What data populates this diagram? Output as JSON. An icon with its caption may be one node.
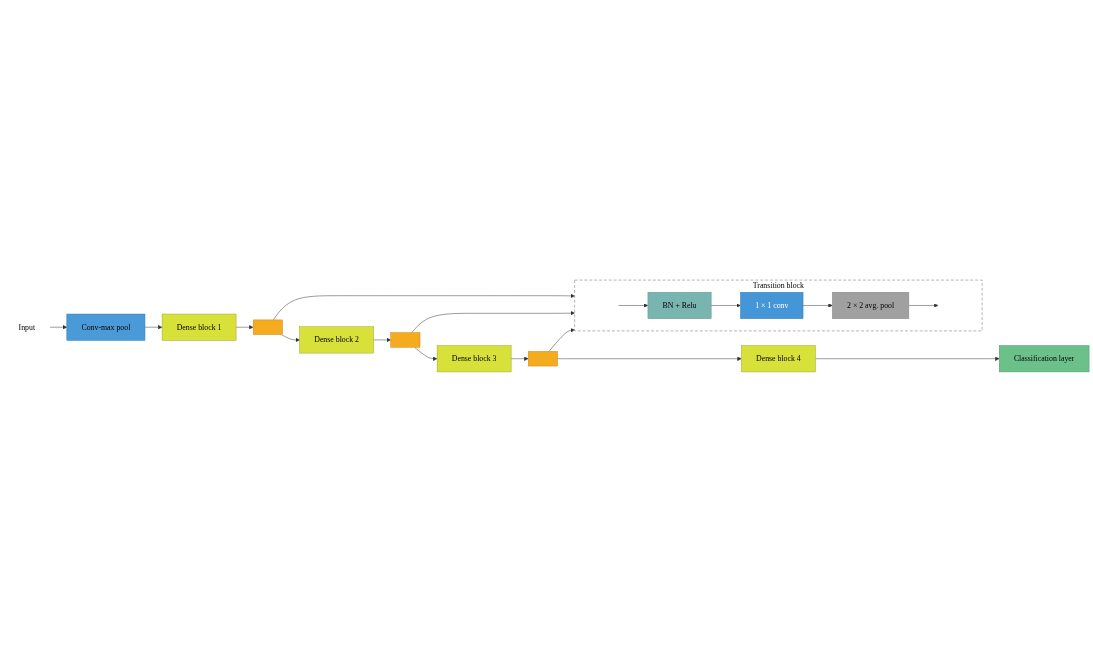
{
  "diagram": {
    "nodes": [
      {
        "text": [
          "Input"
        ]
      },
      {
        "text": [
          "Conv-max pool"
        ]
      },
      {
        "text": [
          "Dense block 1"
        ]
      },
      {
        "text": [],
        "shape": "box"
      },
      {
        "text": [
          "Dense block 2"
        ]
      },
      {
        "text": [],
        "shape": "box"
      },
      {
        "text": [
          "Dense block 3"
        ]
      },
      {
        "text": [],
        "shape": "box"
      },
      {
        "text": [
          "Dense block 4"
        ]
      },
      {
        "text": [
          "Classification layer"
        ]
      },
      {
        "text": [
          "Transition block"
        ]
      },
      {
        "text": [
          "BN + Relu"
        ],
        "in": 10
      },
      {
        "text": [
          "1 × 1 conv"
        ],
        "in": 10
      },
      {
        "text": [
          "2 × 2 avg. pool"
        ],
        "in": 10
      }
    ],
    "edges": [
      {
        "from": 0,
        "to": 1,
        "arrow": "to"
      },
      {
        "from": 1,
        "to": 2,
        "arrow": "to"
      },
      {
        "from": 2,
        "to": 3,
        "arrow": "to"
      },
      {
        "from": 3,
        "to": 4,
        "arrow": "to"
      },
      {
        "from": 4,
        "to": 5,
        "arrow": "to"
      },
      {
        "from": 5,
        "to": 6,
        "arrow": "to"
      },
      {
        "from": 6,
        "to": 7,
        "arrow": "to"
      },
      {
        "from": 7,
        "to": 8,
        "arrow": "to"
      },
      {
        "from": 8,
        "to": 9,
        "arrow": "to"
      },
      {
        "from": 3,
        "to": 10,
        "arrow": "to"
      },
      {
        "from": 5,
        "to": 10,
        "arrow": "to"
      },
      {
        "from": 7,
        "to": 10,
        "arrow": "to"
      },
      {
        "from": null,
        "to": 11,
        "arrow": "to"
      },
      {
        "from": 11,
        "to": 12,
        "arrow": "to"
      },
      {
        "from": 12,
        "to": 13,
        "arrow": "to"
      },
      {
        "from": 13,
        "to": null,
        "arrow": "to"
      }
    ]
  }
}
